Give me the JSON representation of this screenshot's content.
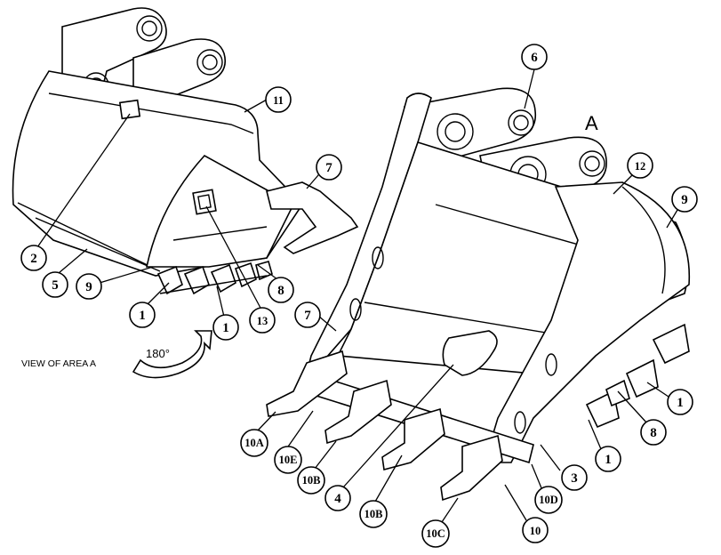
{
  "diagram": {
    "view_label": "VIEW OF AREA A",
    "rotation_label": "180°",
    "area_label": "A",
    "callouts": [
      "6",
      "12",
      "9",
      "1",
      "8",
      "1",
      "3",
      "10D",
      "10",
      "10C",
      "10B",
      "4",
      "10B",
      "10E",
      "10A",
      "7",
      "11",
      "7",
      "2",
      "5",
      "9",
      "1",
      "1",
      "13",
      "8"
    ]
  }
}
